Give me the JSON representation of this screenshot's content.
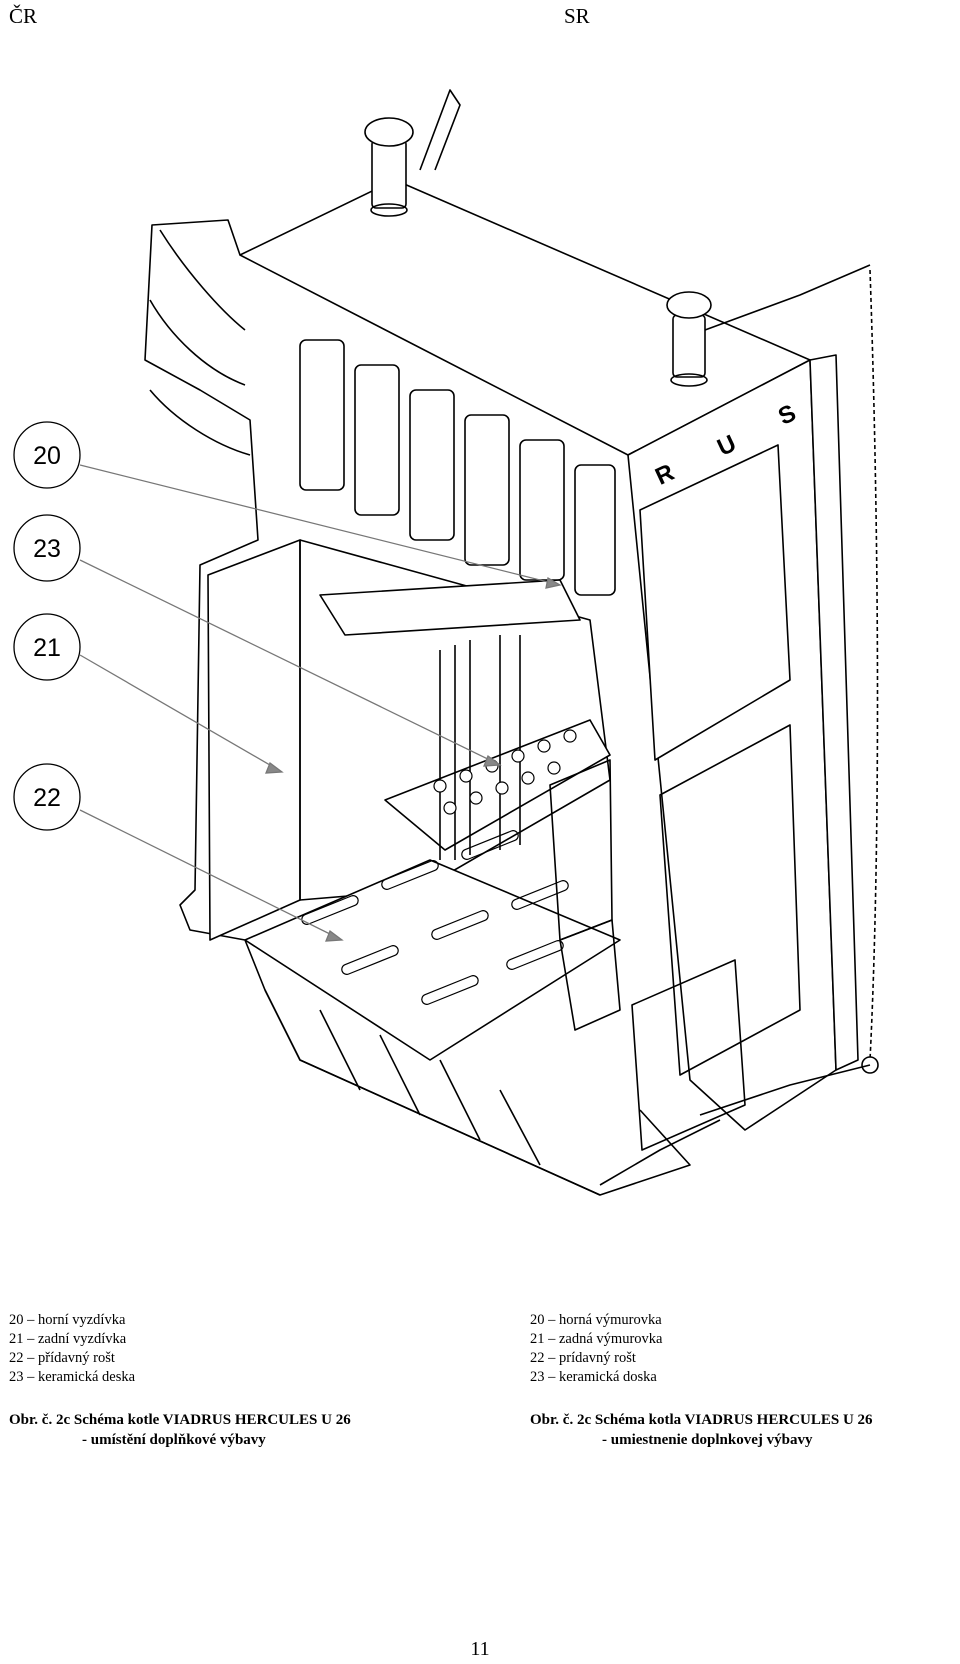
{
  "header": {
    "left": "ČR",
    "right": "SR"
  },
  "figure": {
    "brand_letters": [
      "R",
      "U",
      "S"
    ],
    "callouts": [
      "20",
      "23",
      "21",
      "22"
    ]
  },
  "legend_cz": [
    "20 – horní vyzdívka",
    "21 – zadní vyzdívka",
    "22 – přídavný rošt",
    "23 – keramická deska"
  ],
  "legend_sk": [
    "20 – horná výmurovka",
    "21 – zadná výmurovka",
    "22 – prídavný rošt",
    "23 – keramická doska"
  ],
  "caption_cz": {
    "line1": "Obr. č. 2c  Schéma kotle VIADRUS HERCULES U 26",
    "line2": "- umístění doplňkové výbavy"
  },
  "caption_sk": {
    "line1": "Obr. č. 2c  Schéma kotla VIADRUS HERCULES U 26",
    "line2": "- umiestnenie doplnkovej výbavy"
  },
  "page_number": "11"
}
